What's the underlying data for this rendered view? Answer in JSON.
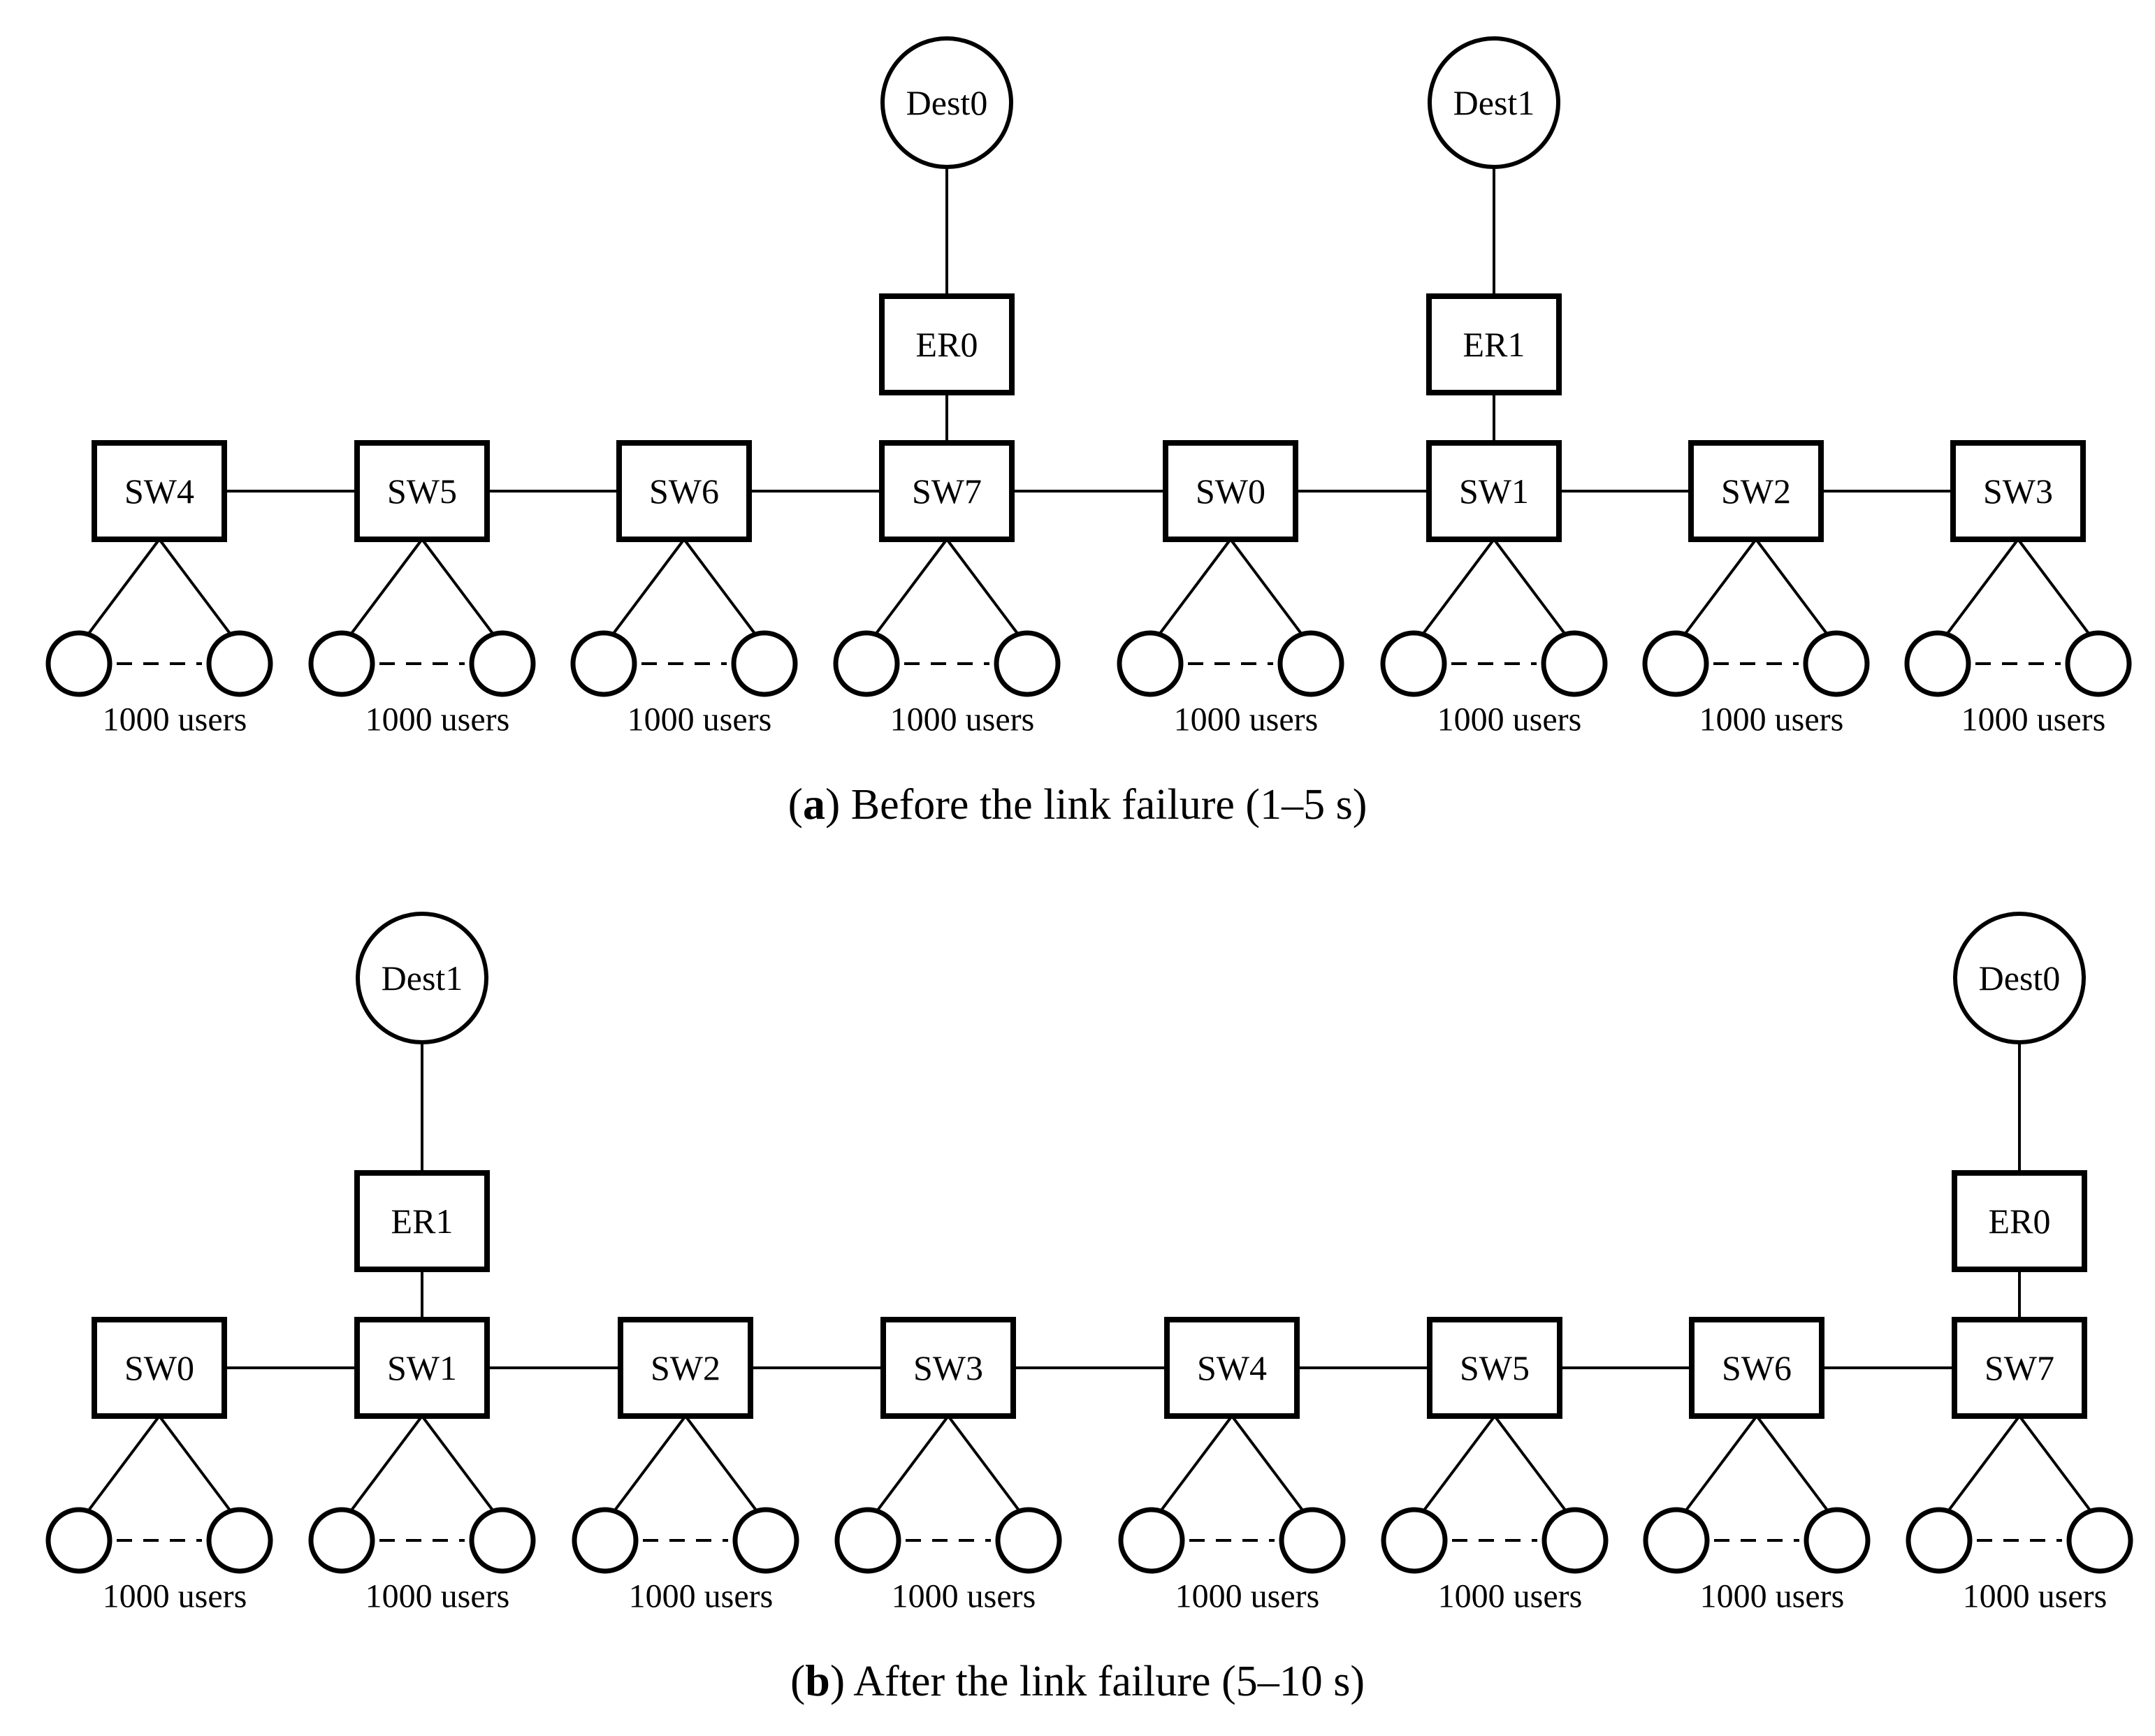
{
  "panels": [
    {
      "id": "a",
      "caption_letter": "a",
      "caption_text": " Before the link failure (1–5 s)",
      "switches": [
        "SW4",
        "SW5",
        "SW6",
        "SW7",
        "SW0",
        "SW1",
        "SW2",
        "SW3"
      ],
      "edge_routers": [
        {
          "label": "ER0",
          "attached_switch": "SW7"
        },
        {
          "label": "ER1",
          "attached_switch": "SW1"
        }
      ],
      "destinations": [
        {
          "label": "Dest0",
          "attached_router": "ER0"
        },
        {
          "label": "Dest1",
          "attached_router": "ER1"
        }
      ],
      "users_label": "1000 users"
    },
    {
      "id": "b",
      "caption_letter": "b",
      "caption_text": " After the link failure (5–10 s)",
      "switches": [
        "SW0",
        "SW1",
        "SW2",
        "SW3",
        "SW4",
        "SW5",
        "SW6",
        "SW7"
      ],
      "edge_routers": [
        {
          "label": "ER1",
          "attached_switch": "SW1"
        },
        {
          "label": "ER0",
          "attached_switch": "SW7"
        }
      ],
      "destinations": [
        {
          "label": "Dest1",
          "attached_router": "ER1"
        },
        {
          "label": "Dest0",
          "attached_router": "ER0"
        }
      ],
      "users_label": "1000 users"
    }
  ]
}
